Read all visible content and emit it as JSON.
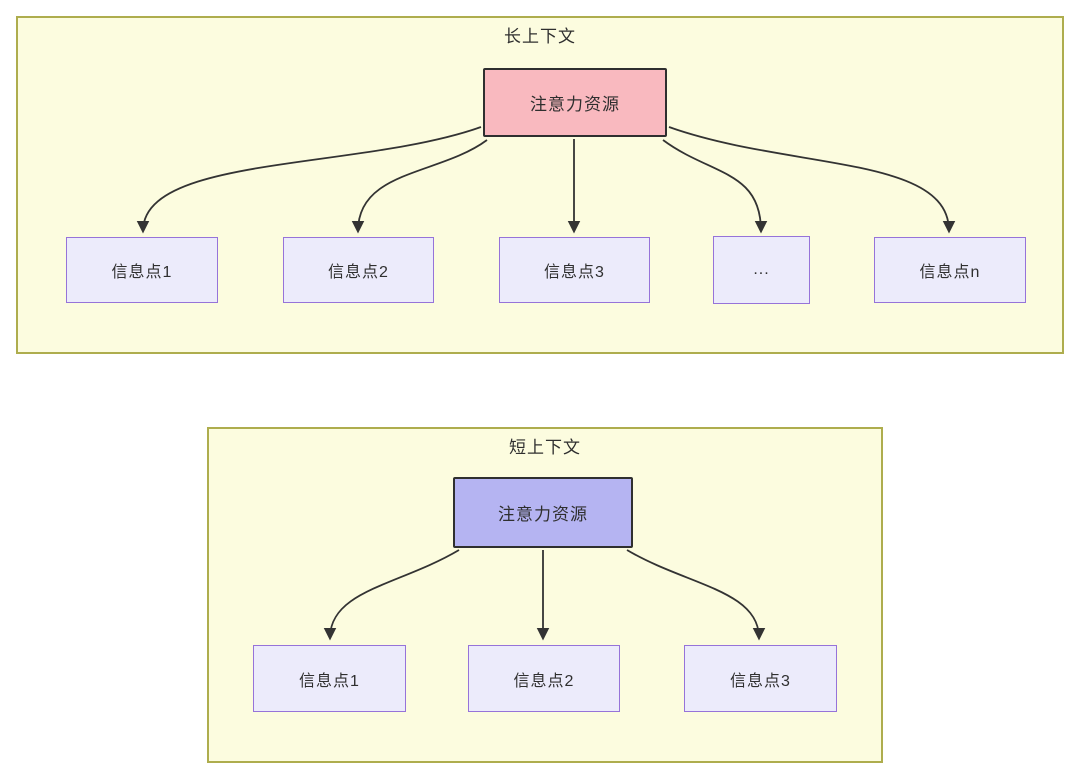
{
  "long_context": {
    "title": "长上下文",
    "attention_label": "注意力资源",
    "info_nodes": [
      "信息点1",
      "信息点2",
      "信息点3",
      "...",
      "信息点n"
    ],
    "edges": [
      {
        "from": "注意力资源",
        "to": "信息点1"
      },
      {
        "from": "注意力资源",
        "to": "信息点2"
      },
      {
        "from": "注意力资源",
        "to": "信息点3"
      },
      {
        "from": "注意力资源",
        "to": "..."
      },
      {
        "from": "注意力资源",
        "to": "信息点n"
      }
    ]
  },
  "short_context": {
    "title": "短上下文",
    "attention_label": "注意力资源",
    "info_nodes": [
      "信息点1",
      "信息点2",
      "信息点3"
    ],
    "edges": [
      {
        "from": "注意力资源",
        "to": "信息点1"
      },
      {
        "from": "注意力资源",
        "to": "信息点2"
      },
      {
        "from": "注意力资源",
        "to": "信息点3"
      }
    ]
  },
  "colors": {
    "panel_fill": "#fcfcdf",
    "panel_border": "#aead4d",
    "attention_long_fill": "#f9b9bf",
    "attention_short_fill": "#b5b4f2",
    "attention_border": "#2f2f2f",
    "info_node_fill": "#ecebfb",
    "info_node_border": "#9673d9",
    "edge_color": "#333333",
    "text_color": "#2f2f2f"
  }
}
